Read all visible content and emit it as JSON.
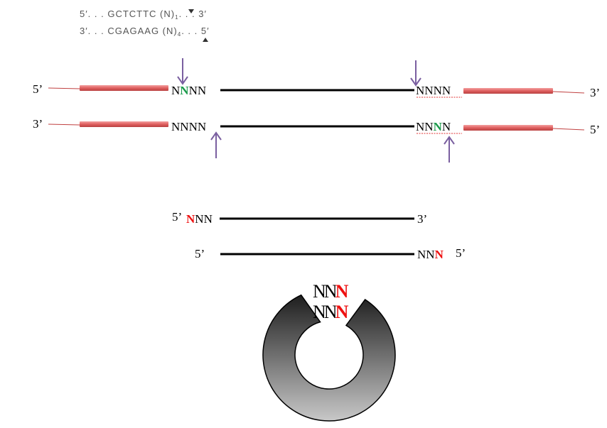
{
  "motif": {
    "top_strand": "5′. . . GCTCTTC (N)",
    "top_sub": "1",
    "top_end": ". . . 3′",
    "bottom_strand": "3′. . . CGAGAAG (N)",
    "bottom_sub": "4",
    "bottom_end": ". . . 5′"
  },
  "colors": {
    "default": "#000000",
    "green": "#1a9a4a",
    "red": "#ee1111",
    "arrow": "#7a5fa0",
    "bar": "#e06060"
  },
  "row1": {
    "left_end": "5’",
    "right_end": "3’",
    "left_nt": [
      {
        "t": "N",
        "c": "default"
      },
      {
        "t": "N",
        "c": "green"
      },
      {
        "t": "N",
        "c": "default"
      },
      {
        "t": "N",
        "c": "default"
      }
    ],
    "right_nt": [
      {
        "t": "N",
        "c": "default"
      },
      {
        "t": "N",
        "c": "default"
      },
      {
        "t": "N",
        "c": "default"
      },
      {
        "t": "N",
        "c": "default"
      }
    ]
  },
  "row2": {
    "left_end": "3’",
    "right_end": "5’",
    "left_nt": [
      {
        "t": "N",
        "c": "default"
      },
      {
        "t": "N",
        "c": "default"
      },
      {
        "t": "N",
        "c": "default"
      },
      {
        "t": "N",
        "c": "default"
      }
    ],
    "right_nt": [
      {
        "t": "N",
        "c": "default"
      },
      {
        "t": "N",
        "c": "default"
      },
      {
        "t": "N",
        "c": "green"
      },
      {
        "t": "N",
        "c": "default"
      }
    ]
  },
  "row3": {
    "left_end": "5’",
    "right_end": "3’",
    "left_nt": [
      {
        "t": "N",
        "c": "red"
      },
      {
        "t": "N",
        "c": "default"
      },
      {
        "t": "N",
        "c": "default"
      }
    ]
  },
  "row4": {
    "left_end": "5’",
    "right_end": "5’",
    "right_nt": [
      {
        "t": "N",
        "c": "default"
      },
      {
        "t": "N",
        "c": "default"
      },
      {
        "t": "N",
        "c": "red"
      }
    ]
  },
  "ring": {
    "top_nt": [
      {
        "t": "N",
        "c": "default"
      },
      {
        "t": "N",
        "c": "default"
      },
      {
        "t": "N",
        "c": "red"
      }
    ],
    "bottom_nt": [
      {
        "t": "N",
        "c": "default"
      },
      {
        "t": "N",
        "c": "default"
      },
      {
        "t": "N",
        "c": "red"
      }
    ]
  }
}
